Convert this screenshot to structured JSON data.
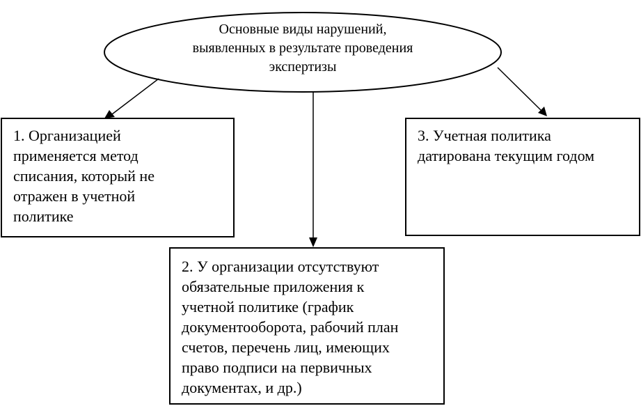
{
  "center": {
    "text": "Основные виды нарушений,\nвыявленных в результате проведения\nэкспертизы"
  },
  "violations": [
    {
      "text": "1. Организацией\nприменяется метод\nсписания, который не\nотражен в учетной\nполитике"
    },
    {
      "text": "2. У организации отсутствуют\nобязательные приложения к\nучетной политике (график\nдокументооборота, рабочий план\nсчетов, перечень лиц, имеющих\nправо подписи на первичных\nдокументах, и др.)"
    },
    {
      "text": "3. Учетная политика\nдатирована текущим годом"
    }
  ],
  "colors": {
    "stroke": "#000000",
    "background": "#ffffff"
  }
}
